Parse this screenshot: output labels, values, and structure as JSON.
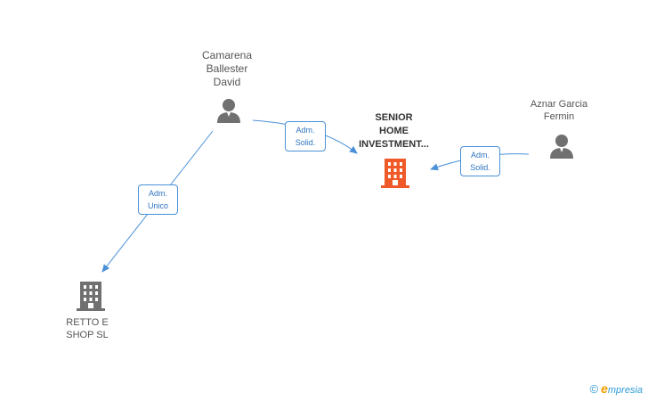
{
  "nodes": {
    "person_camarena": "Camarena\nBallester\nDavid",
    "company_senior": "SENIOR\nHOME\nINVESTMENT...",
    "person_aznar": "Aznar Garcia\nFermin",
    "company_retto": "RETTO E\nSHOP SL"
  },
  "edges": {
    "camarena_senior": "Adm.\nSolid.",
    "aznar_senior": "Adm.\nSolid.",
    "camarena_retto": "Adm.\nUnico"
  },
  "colors": {
    "edge": "#4a90d9",
    "person_icon": "#707070",
    "company_main": "#f05a28",
    "company_other": "#707070"
  },
  "icons": {
    "person": "person-icon",
    "company": "building-icon"
  },
  "brand": {
    "copyright": "©",
    "initial": "e",
    "name": "mpresia"
  }
}
